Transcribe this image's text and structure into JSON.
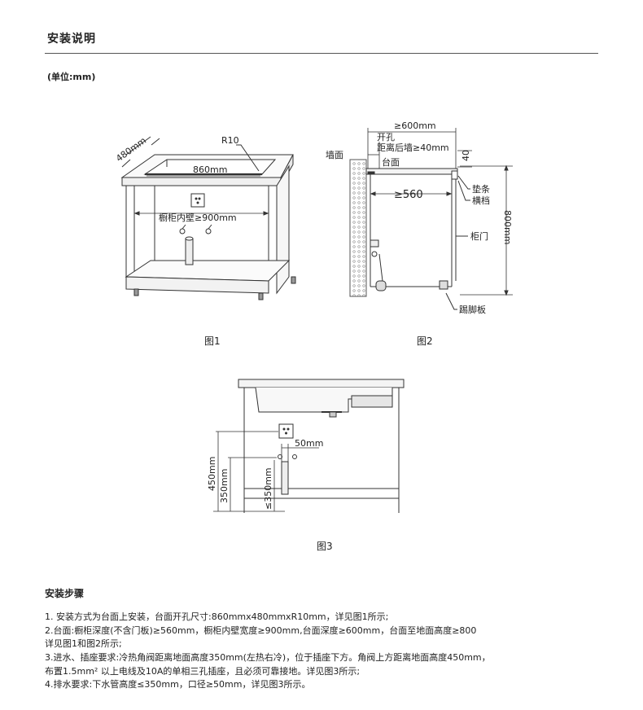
{
  "header": {
    "title": "安装说明",
    "unit": "(单位:mm)"
  },
  "fig1": {
    "caption": "图1",
    "dim_depth": "480mm",
    "dim_radius": "R10",
    "dim_width": "860mm",
    "dim_inner": "橱柜内壁≥900mm"
  },
  "fig2": {
    "caption": "图2",
    "dim_top": "≥600mm",
    "label_hole": "开孔",
    "label_wall_gap": "距离后墙≥40mm",
    "label_wall": "墙面",
    "label_counter": "台面",
    "dim_40": "40",
    "dim_560": "≥560",
    "label_pad": "垫条",
    "label_rail": "横档",
    "dim_800": "800mm",
    "label_door": "柜门",
    "label_kick": "踢脚板"
  },
  "fig3": {
    "caption": "图3",
    "dim_50": "50mm",
    "dim_450": "450mm",
    "dim_350": "350mm",
    "dim_350b": "≤350mm"
  },
  "steps": {
    "title": "安装步骤",
    "lines": [
      "1. 安装方式为台面上安装，台面开孔尺寸:860mmx480mmxR10mm，详见图1所示;",
      "2.台面:橱柜深度(不含门板)≥560mm，橱柜内壁宽度≥900mm,台面深度≥600mm，台面至地面高度≥800",
      "   详见图1和图2所示;",
      "3.进水、插座要求:冷热角阀距离地面高度350mm(左热右冷)，位于插座下方。角阀上方距离地面高度450mm，",
      "   布置1.5mm² 以上电线及10A的单相三孔插座，且必须可靠接地。详见图3所示;",
      "4.排水要求:下水管高度≤350mm，口径≥50mm，详见图3所示。"
    ]
  }
}
